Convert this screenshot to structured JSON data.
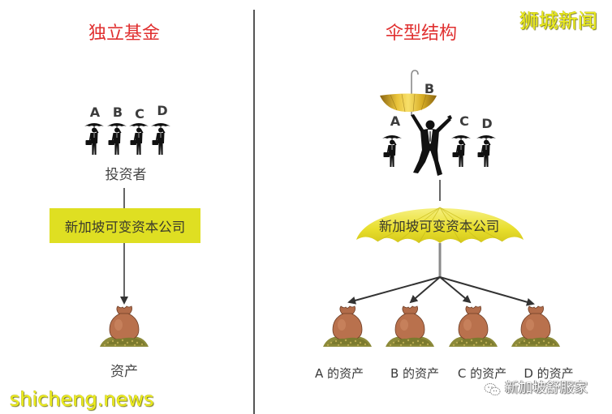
{
  "left_panel": {
    "title": "独立基金",
    "investors": [
      {
        "label": "A"
      },
      {
        "label": "B"
      },
      {
        "label": "C"
      },
      {
        "label": "D"
      }
    ],
    "investors_label": "投资者",
    "company_box": "新加坡可变资本公司",
    "asset_label": "资产"
  },
  "right_panel": {
    "title": "伞型结构",
    "investors": [
      {
        "label": "A"
      },
      {
        "label": "B"
      },
      {
        "label": "C"
      },
      {
        "label": "D"
      }
    ],
    "company_umbrella": "新加坡可变资本公司",
    "assets": [
      {
        "label": "A 的资产"
      },
      {
        "label": "B 的资产"
      },
      {
        "label": "C 的资产"
      },
      {
        "label": "D 的资产"
      }
    ]
  },
  "watermarks": {
    "top_right": "狮城新闻",
    "bottom_left": "shicheng.news",
    "bottom_right": "新加坡舒服家",
    "bottom_right_icon": "wechat-icon"
  },
  "colors": {
    "title_red": "#e03030",
    "company_box_yellow": "#dfdf22",
    "umbrella_yellow": "#e8e02a",
    "money_bag": "#b9714d",
    "coin_pile": "#8c8a3a",
    "silhouette": "#111111",
    "divider": "#555555"
  }
}
